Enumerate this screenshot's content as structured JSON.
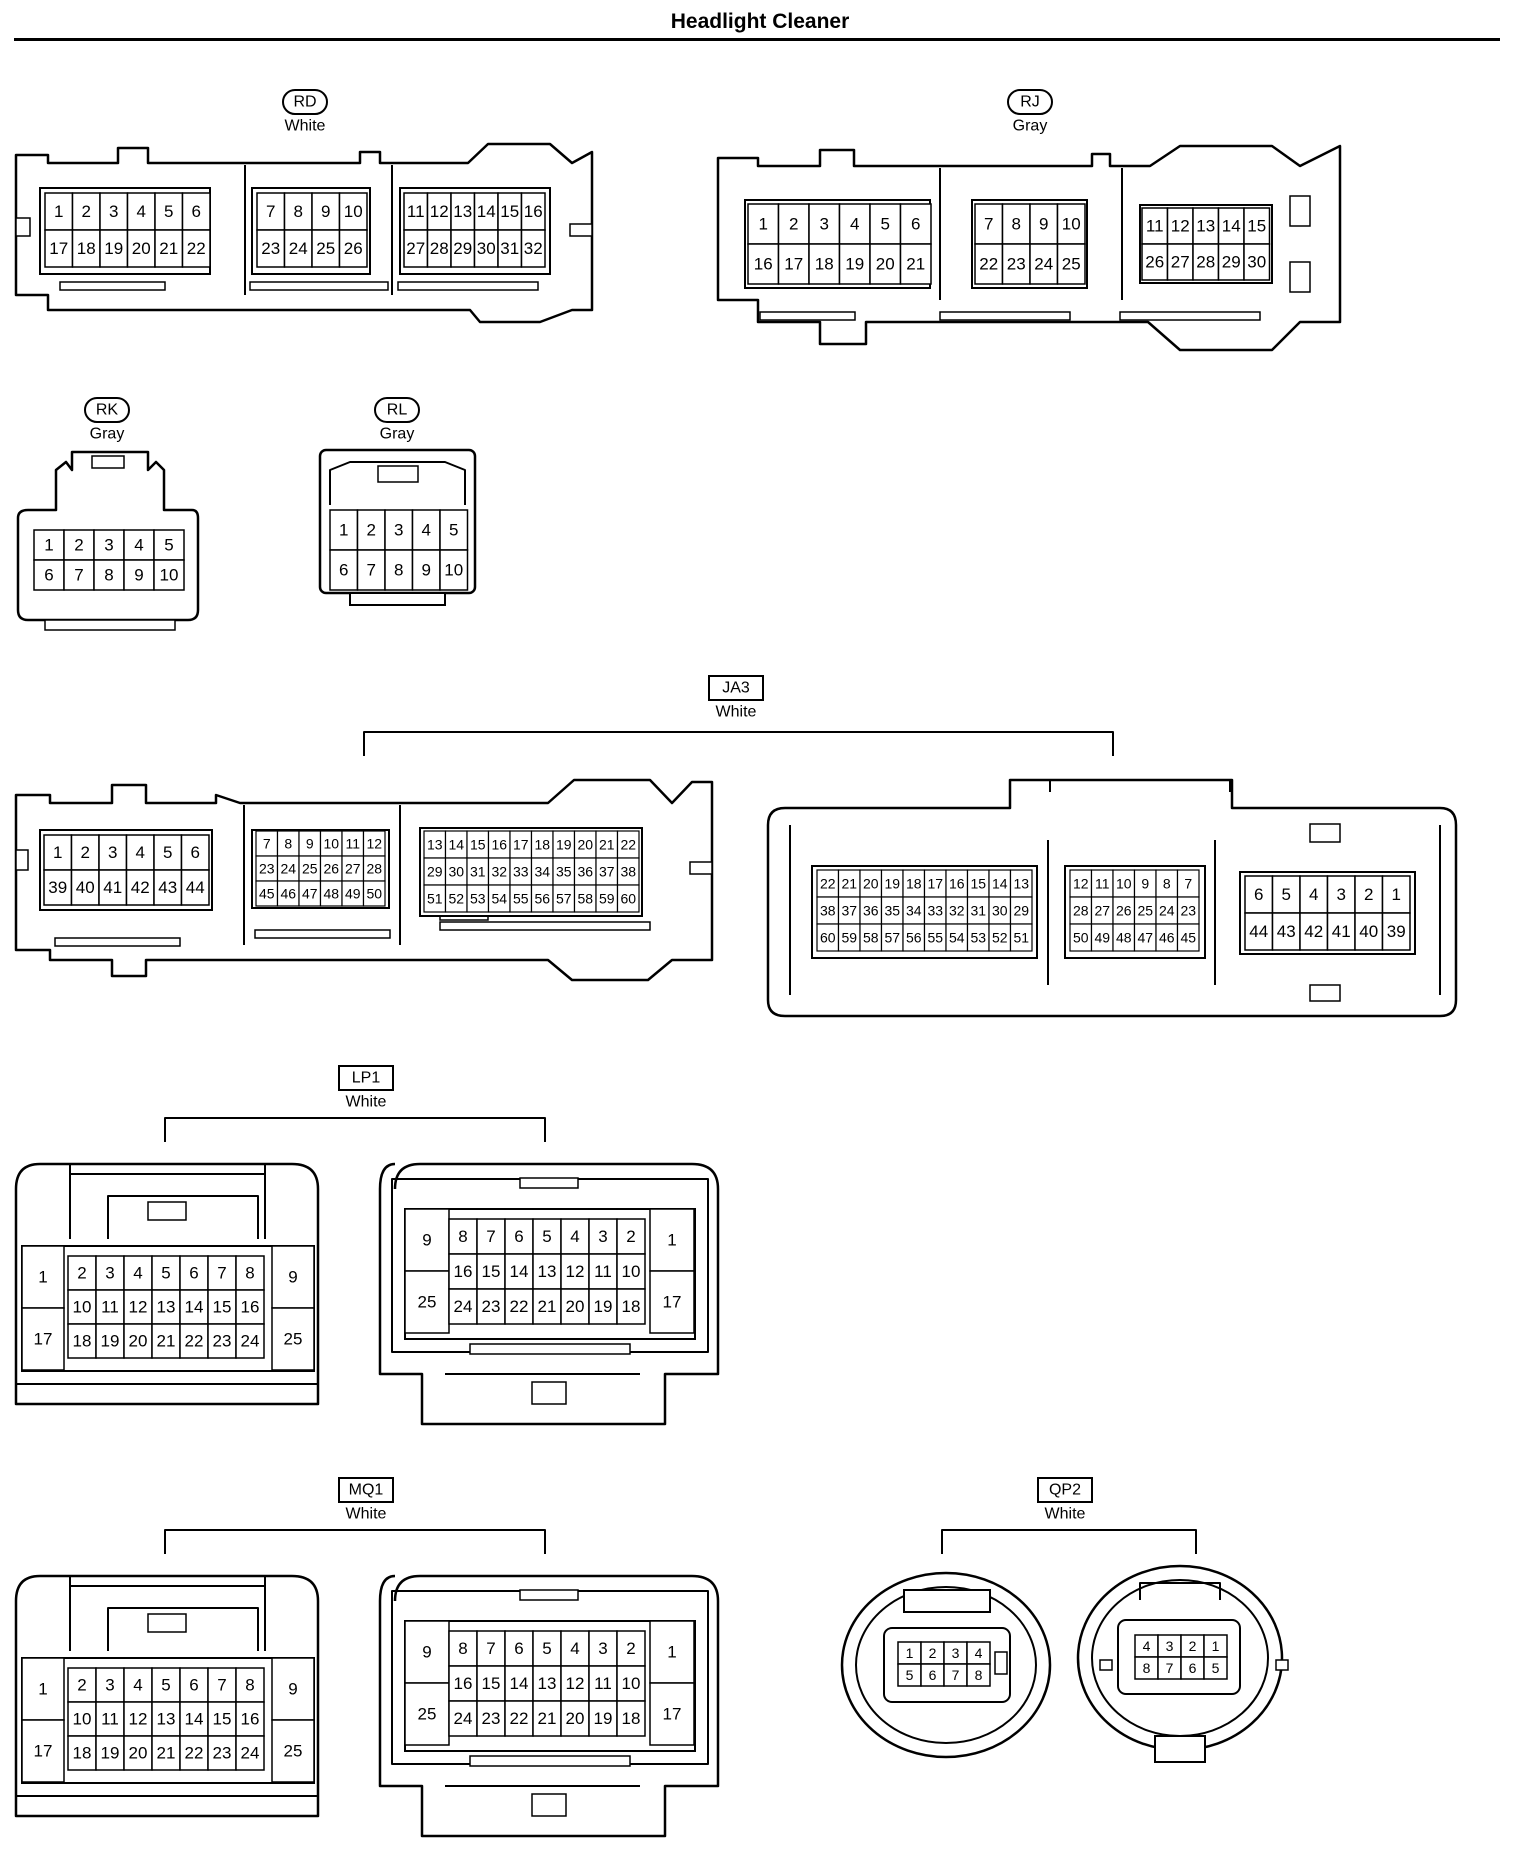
{
  "title": "Headlight Cleaner",
  "connectors": [
    {
      "id": "RD",
      "color": "White",
      "tag_style": "rounded",
      "halves": [
        {
          "blocks": [
            {
              "rows": [
                [
                  "1",
                  "2",
                  "3",
                  "4",
                  "5",
                  "6"
                ],
                [
                  "17",
                  "18",
                  "19",
                  "20",
                  "21",
                  "22"
                ]
              ]
            },
            {
              "rows": [
                [
                  "7",
                  "8",
                  "9",
                  "10"
                ],
                [
                  "23",
                  "24",
                  "25",
                  "26"
                ]
              ]
            },
            {
              "rows": [
                [
                  "11",
                  "12",
                  "13",
                  "14",
                  "15",
                  "16"
                ],
                [
                  "27",
                  "28",
                  "29",
                  "30",
                  "31",
                  "32"
                ]
              ]
            }
          ]
        }
      ]
    },
    {
      "id": "RJ",
      "color": "Gray",
      "tag_style": "rounded",
      "halves": [
        {
          "blocks": [
            {
              "rows": [
                [
                  "1",
                  "2",
                  "3",
                  "4",
                  "5",
                  "6"
                ],
                [
                  "16",
                  "17",
                  "18",
                  "19",
                  "20",
                  "21"
                ]
              ]
            },
            {
              "rows": [
                [
                  "7",
                  "8",
                  "9",
                  "10"
                ],
                [
                  "22",
                  "23",
                  "24",
                  "25"
                ]
              ]
            },
            {
              "rows": [
                [
                  "11",
                  "12",
                  "13",
                  "14",
                  "15"
                ],
                [
                  "26",
                  "27",
                  "28",
                  "29",
                  "30"
                ]
              ]
            }
          ]
        }
      ]
    },
    {
      "id": "RK",
      "color": "Gray",
      "tag_style": "rounded",
      "halves": [
        {
          "blocks": [
            {
              "rows": [
                [
                  "1",
                  "2",
                  "3",
                  "4",
                  "5"
                ],
                [
                  "6",
                  "7",
                  "8",
                  "9",
                  "10"
                ]
              ]
            }
          ]
        }
      ]
    },
    {
      "id": "RL",
      "color": "Gray",
      "tag_style": "rounded",
      "halves": [
        {
          "blocks": [
            {
              "rows": [
                [
                  "1",
                  "2",
                  "3",
                  "4",
                  "5"
                ],
                [
                  "6",
                  "7",
                  "8",
                  "9",
                  "10"
                ]
              ]
            }
          ]
        }
      ]
    },
    {
      "id": "JA3",
      "color": "White",
      "tag_style": "box",
      "halves": [
        {
          "blocks": [
            {
              "rows": [
                [
                  "1",
                  "2",
                  "3",
                  "4",
                  "5",
                  "6"
                ],
                [
                  "39",
                  "40",
                  "41",
                  "42",
                  "43",
                  "44"
                ]
              ]
            },
            {
              "rows": [
                [
                  "7",
                  "8",
                  "9",
                  "10",
                  "11",
                  "12"
                ],
                [
                  "23",
                  "24",
                  "25",
                  "26",
                  "27",
                  "28"
                ],
                [
                  "45",
                  "46",
                  "47",
                  "48",
                  "49",
                  "50"
                ]
              ]
            },
            {
              "rows": [
                [
                  "13",
                  "14",
                  "15",
                  "16",
                  "17",
                  "18",
                  "19",
                  "20",
                  "21",
                  "22"
                ],
                [
                  "29",
                  "30",
                  "31",
                  "32",
                  "33",
                  "34",
                  "35",
                  "36",
                  "37",
                  "38"
                ],
                [
                  "51",
                  "52",
                  "53",
                  "54",
                  "55",
                  "56",
                  "57",
                  "58",
                  "59",
                  "60"
                ]
              ]
            }
          ]
        },
        {
          "blocks": [
            {
              "rows": [
                [
                  "22",
                  "21",
                  "20",
                  "19",
                  "18",
                  "17",
                  "16",
                  "15",
                  "14",
                  "13"
                ],
                [
                  "38",
                  "37",
                  "36",
                  "35",
                  "34",
                  "33",
                  "32",
                  "31",
                  "30",
                  "29"
                ],
                [
                  "60",
                  "59",
                  "58",
                  "57",
                  "56",
                  "55",
                  "54",
                  "53",
                  "52",
                  "51"
                ]
              ]
            },
            {
              "rows": [
                [
                  "12",
                  "11",
                  "10",
                  "9",
                  "8",
                  "7"
                ],
                [
                  "28",
                  "27",
                  "26",
                  "25",
                  "24",
                  "23"
                ],
                [
                  "50",
                  "49",
                  "48",
                  "47",
                  "46",
                  "45"
                ]
              ]
            },
            {
              "rows": [
                [
                  "6",
                  "5",
                  "4",
                  "3",
                  "2",
                  "1"
                ],
                [
                  "44",
                  "43",
                  "42",
                  "41",
                  "40",
                  "39"
                ]
              ]
            }
          ]
        }
      ]
    },
    {
      "id": "LP1",
      "color": "White",
      "tag_style": "box",
      "halves": [
        {
          "side_left": [
            "1",
            "17"
          ],
          "side_right": [
            "9",
            "25"
          ],
          "rows": [
            [
              "2",
              "3",
              "4",
              "5",
              "6",
              "7",
              "8"
            ],
            [
              "10",
              "11",
              "12",
              "13",
              "14",
              "15",
              "16"
            ],
            [
              "18",
              "19",
              "20",
              "21",
              "22",
              "23",
              "24"
            ]
          ]
        },
        {
          "side_left": [
            "9",
            "25"
          ],
          "side_right": [
            "1",
            "17"
          ],
          "rows": [
            [
              "8",
              "7",
              "6",
              "5",
              "4",
              "3",
              "2"
            ],
            [
              "16",
              "15",
              "14",
              "13",
              "12",
              "11",
              "10"
            ],
            [
              "24",
              "23",
              "22",
              "21",
              "20",
              "19",
              "18"
            ]
          ]
        }
      ]
    },
    {
      "id": "MQ1",
      "color": "White",
      "tag_style": "box",
      "halves": [
        {
          "side_left": [
            "1",
            "17"
          ],
          "side_right": [
            "9",
            "25"
          ],
          "rows": [
            [
              "2",
              "3",
              "4",
              "5",
              "6",
              "7",
              "8"
            ],
            [
              "10",
              "11",
              "12",
              "13",
              "14",
              "15",
              "16"
            ],
            [
              "18",
              "19",
              "20",
              "21",
              "22",
              "23",
              "24"
            ]
          ]
        },
        {
          "side_left": [
            "9",
            "25"
          ],
          "side_right": [
            "1",
            "17"
          ],
          "rows": [
            [
              "8",
              "7",
              "6",
              "5",
              "4",
              "3",
              "2"
            ],
            [
              "16",
              "15",
              "14",
              "13",
              "12",
              "11",
              "10"
            ],
            [
              "24",
              "23",
              "22",
              "21",
              "20",
              "19",
              "18"
            ]
          ]
        }
      ]
    },
    {
      "id": "QP2",
      "color": "White",
      "tag_style": "box",
      "halves": [
        {
          "rows": [
            [
              "1",
              "2",
              "3",
              "4"
            ],
            [
              "5",
              "6",
              "7",
              "8"
            ]
          ]
        },
        {
          "rows": [
            [
              "4",
              "3",
              "2",
              "1"
            ],
            [
              "8",
              "7",
              "6",
              "5"
            ]
          ]
        }
      ]
    }
  ]
}
